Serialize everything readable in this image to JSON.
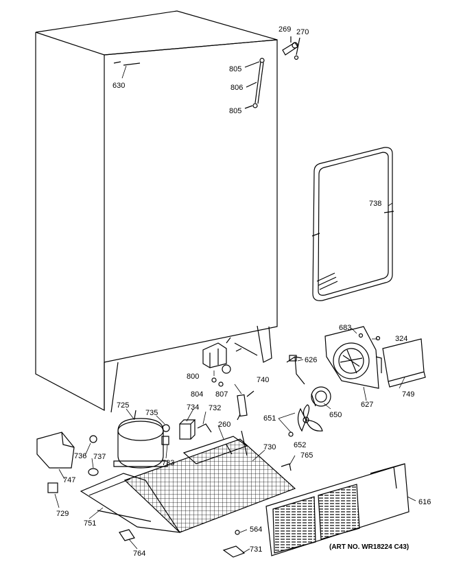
{
  "caption": "(ART NO. WR18224 C43)",
  "parts": [
    {
      "id": "p269",
      "label": "269"
    },
    {
      "id": "p270",
      "label": "270"
    },
    {
      "id": "p630",
      "label": "630"
    },
    {
      "id": "p805a",
      "label": "805"
    },
    {
      "id": "p806",
      "label": "806"
    },
    {
      "id": "p805b",
      "label": "805"
    },
    {
      "id": "p738",
      "label": "738"
    },
    {
      "id": "p683",
      "label": "683"
    },
    {
      "id": "p324",
      "label": "324"
    },
    {
      "id": "p626",
      "label": "626"
    },
    {
      "id": "p800",
      "label": "800"
    },
    {
      "id": "p740",
      "label": "740"
    },
    {
      "id": "p804",
      "label": "804"
    },
    {
      "id": "p807",
      "label": "807"
    },
    {
      "id": "p627",
      "label": "627"
    },
    {
      "id": "p749",
      "label": "749"
    },
    {
      "id": "p650",
      "label": "650"
    },
    {
      "id": "p725",
      "label": "725"
    },
    {
      "id": "p735",
      "label": "735"
    },
    {
      "id": "p734",
      "label": "734"
    },
    {
      "id": "p732",
      "label": "732"
    },
    {
      "id": "p651",
      "label": "651"
    },
    {
      "id": "p260",
      "label": "260"
    },
    {
      "id": "p652",
      "label": "652"
    },
    {
      "id": "p730",
      "label": "730"
    },
    {
      "id": "p765",
      "label": "765"
    },
    {
      "id": "p736",
      "label": "736"
    },
    {
      "id": "p737",
      "label": "737"
    },
    {
      "id": "p733",
      "label": "733"
    },
    {
      "id": "p747",
      "label": "747"
    },
    {
      "id": "p616",
      "label": "616"
    },
    {
      "id": "p729",
      "label": "729"
    },
    {
      "id": "p751",
      "label": "751"
    },
    {
      "id": "p564",
      "label": "564"
    },
    {
      "id": "p731",
      "label": "731"
    },
    {
      "id": "p764",
      "label": "764"
    }
  ]
}
